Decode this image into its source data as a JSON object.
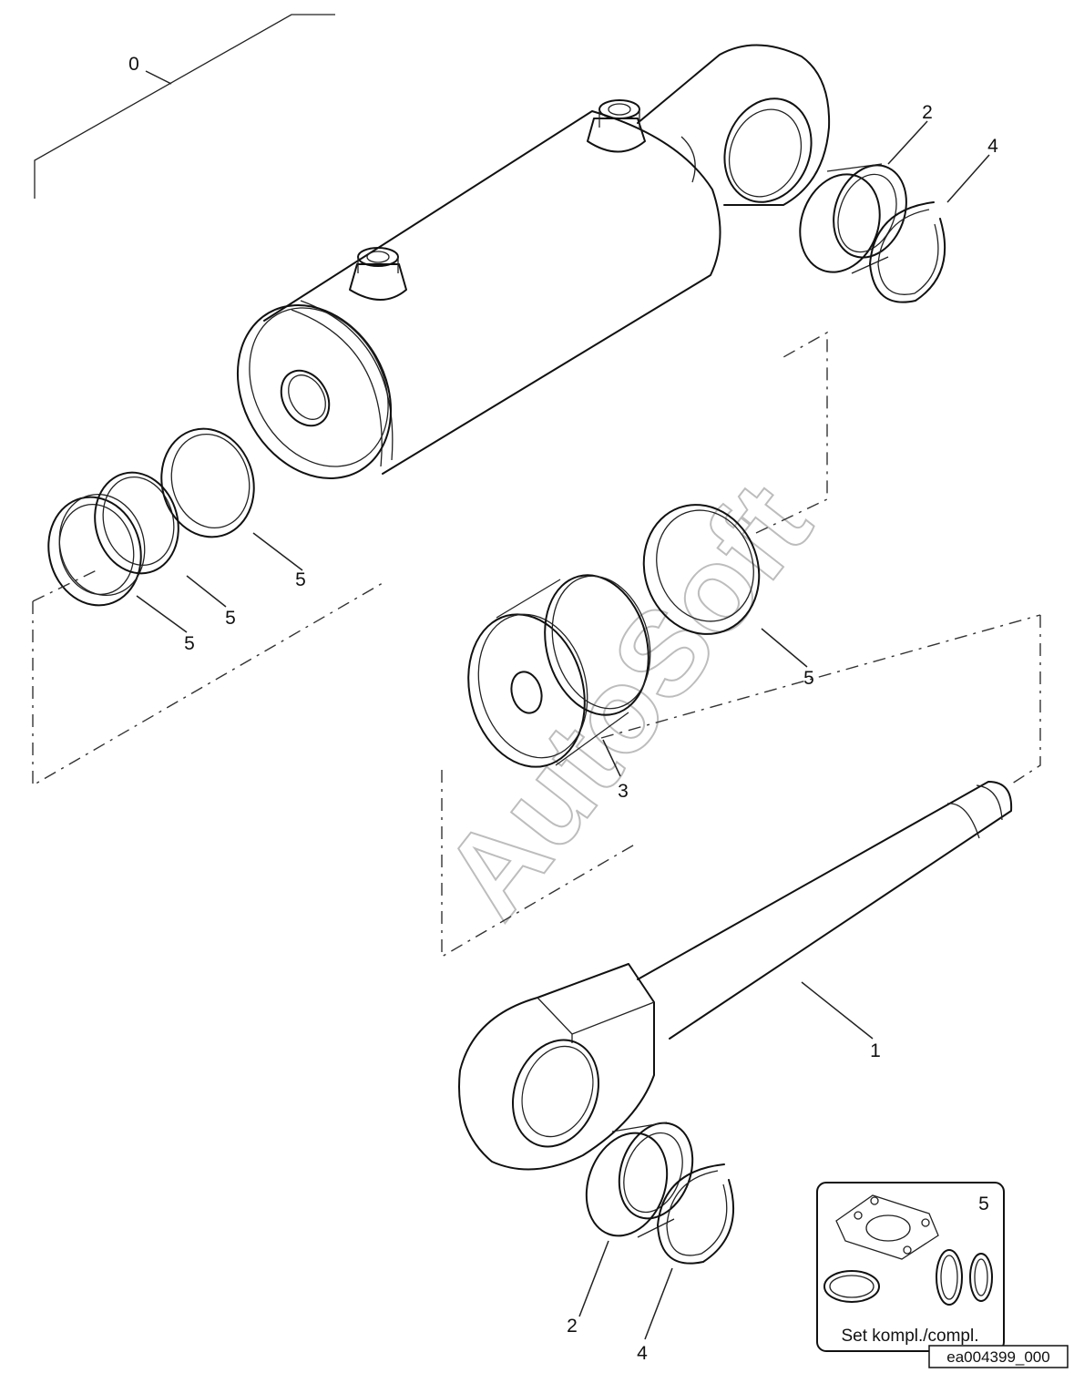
{
  "labels": {
    "assembly": "0",
    "rod": "1",
    "bushing_top": "2",
    "bushing_bottom": "2",
    "piston": "3",
    "circlip_top": "4",
    "circlip_bottom": "4",
    "seal_a": "5",
    "seal_b": "5",
    "seal_c": "5",
    "seal_piston": "5"
  },
  "watermark": "AutoSoft",
  "seal_kit": {
    "item_number": "5",
    "caption": "Set kompl./compl."
  },
  "reference_code": "ea004399_000"
}
